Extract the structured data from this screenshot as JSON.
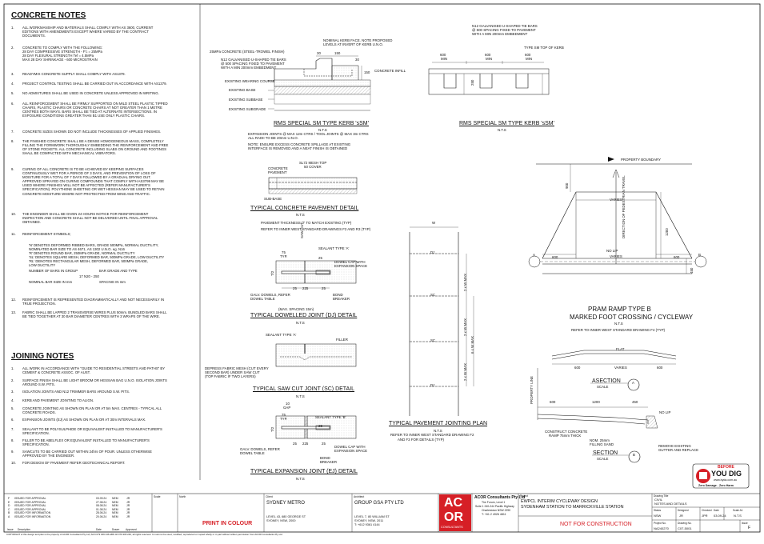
{
  "concrete_notes": {
    "heading": "CONCRETE NOTES",
    "items": [
      {
        "num": "1.",
        "lines": [
          "ALL WORKMANSHIP AND MATERIALS SHALL COMPLY WITH AS 3600, CURRENT",
          "EDITIONS WITH AMENDMENTS EXCEPT WHERE VARIED BY THE CONTRACT",
          "DOCUMENTS."
        ]
      },
      {
        "num": "2.",
        "lines": [
          "CONCRETE TO COMPLY WITH THE FOLLOWING:",
          "28 DAY COMPRESSIVE STRENGTH - F'c = 25MPa",
          "28 DAY FLEXURAL STRENGTH f'ef = 4.5MPa",
          "MAX 28 DAY SHRINKAGE - 600 MICROSTRAIN"
        ]
      },
      {
        "num": "3.",
        "lines": [
          "READYMIX CONCRETE SUPPLY SHALL COMPLY WITH AS1379."
        ]
      },
      {
        "num": "4.",
        "lines": [
          "PROJECT CONTROL TESTING SHALL BE CARRIED OUT IN ACCORDANCE WITH AS1379."
        ]
      },
      {
        "num": "5.",
        "lines": [
          "NO ADMIXTURES SHALL BE USED IN CONCRETE UNLESS APPROVED IN WRITING."
        ]
      },
      {
        "num": "6.",
        "lines": [
          "ALL REINFORCEMENT SHALL BE FIRMLY SUPPORTED ON MILD STEEL PLASTIC TIPPED",
          "CHAIRS, PLASTIC CHAIRS OR CONCRETE CHAIRS AT NOT GREATER THAN 1 METRE",
          "CENTRES BOTH WAYS. BARS SHALL BE TIED AT ALTERNATE INTERSECTIONS. IN",
          "EXPOSURE CONDITIONS GREATER THAN B1 USE ONLY PLASTIC CHAIRS."
        ]
      },
      {
        "num": "7.",
        "lines": [
          "CONCRETE SIZES SHOWN DO NOT INCLUDE THICKNESSES OF APPLIED FINISHES."
        ]
      },
      {
        "num": "8.",
        "lines": [
          "THE FINISHED CONCRETE SHALL BE A DENSE HOMOGENEOUS MASS, COMPLETELY",
          "FILLING THE FORMWORK THOROUGHLY EMBEDDING THE REINFORCEMENT AND FREE",
          "OF STONE POCKETS. ALL CONCRETE INCLUDING SLABS ON GROUND AND FOOTINGS",
          "SHALL BE COMPACTED WITH MECHANICAL VIBRATORS."
        ]
      },
      {
        "num": "9.",
        "lines": [
          "CURING OF ALL CONCRETE IS TO BE ACHIEVED BY KEEPING SURFACES",
          "CONTINUOUSLY WET FOR A PERIOD OF 3 DAYS, AND PREVENTION OF LOSS OF",
          "MOISTURE FOR A TOTAL OF 7 DAYS FOLLOWED BY A GRADUAL DRYING OUT.",
          "APPROVED SPRAYED ON CURING COMPOUNDS THAT COMPLY WITH AS3799 MAY BE",
          "USED WHERE FINISHES WILL NOT BE AFFECTED (REFER MANUFACTURER'S",
          "SPECIFICATION). POLYTHENE SHEETING OR WET HESSIAN MAY BE USED TO RETAIN",
          "CONCRETE MOISTURE WHERE NOT PROTECTED FROM WIND AND TRAFFIC."
        ]
      },
      {
        "num": "10.",
        "lines": [
          "THE ENGINEER SHALL BE GIVEN 24 HOURS NOTICE FOR REINFORCEMENT",
          "INSPECTION AND CONCRETE SHALL NOT BE DELIVERED UNTIL FINAL APPROVAL",
          "OBTAINED."
        ]
      },
      {
        "num": "11.",
        "lines": [
          "REINFORCEMENT SYMBOLS;"
        ]
      },
      {
        "num": "12.",
        "lines": [
          "REINFORCEMENT IS REPRESENTED DIAGRAMMATICALLY AND NOT NECESSARILY IN",
          "TRUE PROJECTION."
        ]
      },
      {
        "num": "13.",
        "lines": [
          "FABRIC SHALL BE LAPPED 2 TRANSVERSE WIRES PLUS 50mm. BUNDLED BARS SHALL",
          "BE TIED TOGETHER AT 30 BAR DIAMETER CENTRES WITH 3 WRAPS OF THE WIRE."
        ]
      }
    ],
    "symbols": [
      "'N'   DENOTES DEFORMED RIBBED BARS, GRADE 500MPa, NORMAL DUCTILITY,",
      "        NOMINATED BAR SIZE TO AS 4671, AS 1302 U.N.O. eg. N16",
      "'R'   DENOTES ROUND BAR, 250MPa GRADE, NORMAL DUCTILITY",
      "'SL'  DENOTES SQUARE MESH, DEFORMED BAR, 500MPa GRADE, LOW DUCTILITY",
      "'RL'  DENOTES RECTANGULAR MESH, DEFORMED BAR, 500MPa GRADE,",
      "        LOW DUCTILITY"
    ],
    "bar_group_label": "NUMBER OF BARS IN GROUP",
    "bar_grade_label": "BAR GRADE AND TYPE",
    "bar_example": "17 N20 - 250",
    "bar_size_label": "NOMINAL BAR SIZE IN mm",
    "bar_spacing_label": "SPACING IN mm"
  },
  "joining_notes": {
    "heading": "JOINING NOTES",
    "items": [
      {
        "num": "1.",
        "lines": [
          "ALL WORK IN ACCORDANCE WITH \"GUIDE TO RESIDENTIAL STREETS AND PATHS\" BY",
          "CEMENT & CONCRETE ASSOC. OF AUST."
        ]
      },
      {
        "num": "2.",
        "lines": [
          "SURFACE FINISH SHALL BE LIGHT BROOM OR HESSIAN BAG U.N.O. ISOLATION JOINTS",
          "AROUND S.W. PITS."
        ]
      },
      {
        "num": "3.",
        "lines": [
          " ISOLATION JOINTS AND N12 TRIMMER BARS AROUND S.W. PITS."
        ]
      },
      {
        "num": "4.",
        "lines": [
          "KERB AND PAVEMENT JOINTING TO ALIGN."
        ]
      },
      {
        "num": "5.",
        "lines": [
          "CONCRETE JOINTING AS SHOWN ON PLAN OR AT 5m MAX. CENTRES - TYPICAL ALL",
          "CONCRETE ROADS."
        ]
      },
      {
        "num": "6.",
        "lines": [
          "EXPANSION JOINTS (EJ) AS SHOWN ON PLAN OR AT 30m INTERVALS MAX."
        ]
      },
      {
        "num": "7.",
        "lines": [
          "SEALANT TO BE POLYSULPHIDE OR EQUIVALENT INSTALLED TO MANUFACTURER'S",
          "SPECIFICATION."
        ]
      },
      {
        "num": "8.",
        "lines": [
          "FILLER TO BE ABELFLEX OR EQUIVALENT INSTALLED TO MANUFACTURER'S",
          "SPECIFICATION."
        ]
      },
      {
        "num": "9.",
        "lines": [
          "SAWCUTS TO BE CARRIED OUT WITHIN 24hrs OF POUR. UNLESS OTHERWISE",
          "APPROVED BY THE ENGINEER."
        ]
      },
      {
        "num": "10.",
        "lines": [
          "FOR DESIGN OF PAVEMENT REFER GEOTECHNICAL REPORT."
        ]
      }
    ]
  },
  "kerb_section": {
    "title": "RMS SPECIAL SM TYPE KERB 'sSM'",
    "scale": "N.T.S",
    "labels": {
      "concrete": "25MPa CONCRETE (STEEL-TROWEL FINISH)",
      "bars1": "N12 GALVANISED U-SHAPED TIE BARS",
      "bars2": "@ 500 SPACING FIXED TO PAVEMENT",
      "bars3": "WITH A MIN 200mm EMBEDMENT",
      "kerbface1": "NOMINAL KERB FACE. NOTE PROPOSED",
      "kerbface2": "LEVELS AT INVERT OF KERB U.N.O.",
      "infill": "CONCRETE INFILL",
      "wearing": "EXISTING WEARING COURSE",
      "base": "EXISTING BASE",
      "subbase": "EXISTING SUBBASE",
      "subgrade": "EXISTING SUBGRADE",
      "d30a": "30",
      "d150a": "150",
      "d30b": "30",
      "d150b": "150"
    },
    "notes": [
      "EXPANSION JOINTS @ MAX 12m CTRS / TOOL JOINTS @ MAX 3m CTRS",
      "ALL RADII TO BE 20mm U.N.O.",
      "NOTE: ENSURE EXCESS CONCRETE SPILLAGE AT EXISTING",
      "INTERFACE IS REMOVED AND A NEAT FINISH IS OBTAINED"
    ]
  },
  "kerb_elevation": {
    "title": "RMS SPECIAL SM TYPE KERB 'sSM'",
    "scale": "N.T.S",
    "bars1": "N12 GALVANISED U-SHAPED TIE BARS",
    "bars2": "@ 500 SPACING FIXED TO PAVEMENT",
    "bars3": "WITH A MIN 200mm EMBEDMENT",
    "typ": "TYPE SM TOP OF KERB",
    "dims": [
      "600",
      "MIN",
      "600",
      "MIN",
      "600",
      "MIN"
    ],
    "d250": "250"
  },
  "pavement_detail": {
    "title": "TYPICAL CONCRETE PAVEMENT DETAIL",
    "scale": "N.T.S",
    "mesh": "SL72 MESH TOP",
    "cover": "50 COVER",
    "concrete": "CONCRETE",
    "pavement": "PAVEMENT",
    "subbase": "SUB-BASE",
    "bullets": [
      "PAVEMENT THICKNESS 'T' TO MATCH EXISTING (TYP)",
      "REFER TO INNER WEST STANDARD DRAWINGS F2 AND R3 (TYP)"
    ]
  },
  "dowel_joint": {
    "title": "TYPICAL DOWELLED JOINT (DJ) DETAIL",
    "scale": "N.T.S",
    "spacing": "(MAX. SPACING 15m)",
    "sawcut": "SAW CUT",
    "sealant": "SEALANT TYPE 'A'",
    "dowelcap1": "DOWEL CAP WITH",
    "dowelcap2": "EXPANSION SPACE",
    "galv1": "GALV. DOWELS, REFER",
    "galv2": "DOWEL TABLE",
    "bond1": "BOND",
    "bond2": "BREAKER",
    "d75": "75",
    "typ": "TYP.",
    "t2": "T/2",
    "d25a": "25",
    "d25b": "25",
    "d225": "225",
    "d25c": "25"
  },
  "sawcut_joint": {
    "title": "TYPICAL SAW CUT JOINT (SC) DETAIL",
    "scale": "N.T.S",
    "sealant": "SEALANT TYPE 'A'",
    "filler": "FILLER",
    "depress1": "DEPRESS FABRIC MESH (CUT EVERY",
    "depress2": "SECOND BAR) UNDER SAW CUT",
    "depress3": "(TOP FABRIC IF TWO LAYERS)"
  },
  "expansion_joint": {
    "title": "TYPICAL EXPANSION JOINT (EJ) DETAIL",
    "scale": "N.T.S",
    "gap": "GAP",
    "d10": "10",
    "sealant": "SEALANT TYPE 'B'",
    "dowelcap1": "DOWEL CAP WITH",
    "dowelcap2": "EXPANSION SPACE",
    "galv1": "GALV. DOWELS, REFER",
    "galv2": "DOWEL TABLE",
    "bond1": "BOND",
    "bond2": "BREAKER",
    "d75": "75",
    "typ": "TYP.",
    "t2": "T/2",
    "d25a": "25",
    "d25b": "25",
    "d225": "225",
    "d25c": "25"
  },
  "jointing_plan": {
    "title": "TYPICAL PAVEMENT JOINTING PLAN",
    "scale": "N.T.S",
    "note1": "REFER TO INNER WEST STANDARD DRAWING F2",
    "note2": "AND F3 FOR DETAILS (TYP)",
    "w": "W",
    "labels": [
      "DJ",
      "SC",
      "SC",
      "DJ"
    ],
    "dims": [
      "2 x W MAX",
      "2 x W MAX",
      "6 x W MAX",
      "2 x W MAX"
    ]
  },
  "pram_ramp": {
    "title1": "PRAM RAMP TYPE B",
    "title2": "MARKED FOOT CROSSING / CYCLEWAY",
    "scale": "N.T.S",
    "bullet": "REFER TO INNER WEST STANDARD DRAWING F4 (TYP)",
    "boundary": "PROPERTY BOUNDARY",
    "direction": "DIRECTION OF PEDESTRIAN TRAVEL",
    "varies": "VARIES",
    "nolip": "NO LIP",
    "varies2": "VARIES",
    "d600a": "600",
    "d600b": "600",
    "d900": "900",
    "d1200": "1200",
    "d450": "450",
    "tagA": "A",
    "tagB": "B"
  },
  "asection": {
    "flat": "FLAT",
    "d600": "600",
    "varies": "VARIES",
    "d600b": "600",
    "title": "ASECTION",
    "scale": "SCALE",
    "tag": "A"
  },
  "bsection": {
    "propline": "PROPERTY LINE",
    "d600": "600",
    "d1200": "1200",
    "d450": "450",
    "nolip": "NO LIP",
    "construct1": "CONSTRUCT CONCRETE",
    "construct2": "RAMP 75mm THICK",
    "nom1": "NOM. 25mm",
    "nom2": "FILLING SAND",
    "remove1": "REMOVE EXISTING",
    "remove2": "GUTTER AND REPLACE",
    "title": "SECTION",
    "scale": "SCALE",
    "tag": "B"
  },
  "byd": {
    "before": "BEFORE",
    "youdig": "YOU DIG",
    "web": "www.byda.com.au",
    "tag": "Zero Damage - Zero Harm"
  },
  "title_block": {
    "revisions": [
      {
        "rev": "F",
        "desc": "ISSUED FOR APPROVAL",
        "date": "03.09.24",
        "by": "NEM",
        "chk": "JR"
      },
      {
        "rev": "E",
        "desc": "ISSUED FOR APPROVAL",
        "date": "27.08.24",
        "by": "NEM",
        "chk": "JR"
      },
      {
        "rev": "D",
        "desc": "ISSUED FOR APPROVAL",
        "date": "08.08.24",
        "by": "NEM",
        "chk": "JR"
      },
      {
        "rev": "C",
        "desc": "ISSUED FOR APPROVAL",
        "date": "01.08.24",
        "by": "NEM",
        "chk": "JR"
      },
      {
        "rev": "B",
        "desc": "ISSUED FOR INFORMATION",
        "date": "28.06.24",
        "by": "NEM",
        "chk": "JR"
      },
      {
        "rev": "A",
        "desc": "ISSUED FOR INFORMATION",
        "date": "20.06.24",
        "by": "NEM",
        "chk": "JR"
      }
    ],
    "rev_headers": [
      "Issue",
      "Description",
      "Date",
      "Drawn",
      "Approved"
    ],
    "scale_label": "Scale",
    "north_label": "North",
    "client_label": "Client",
    "client": "SYDNEY METRO",
    "client_addr1": "LEVEL 43, 680 GEORGE ST",
    "client_addr2": "SYDNEY, NSW, 2000",
    "architect_label": "Architect",
    "architect": "GROUP GSA PTY LTD",
    "arch_addr1": "LEVEL 7, 80 WILLIAM ST",
    "arch_addr2": "SYDNEY, NSW, 2011",
    "arch_phone": "T: +612 9361 4144",
    "print": "PRINT IN COLOUR",
    "consultant": "ACOR Consultants Pty Ltd",
    "cons_addr1": "The Forum, Level 1",
    "cons_addr2": "Suite 1 240-244 Pacific Highway",
    "cons_addr3": "Charlestown NSW 2290",
    "cons_phone": "T: +61 2 4926 4811",
    "logo_top": "AC",
    "logo_bot": "OR",
    "logo_sub": "CONSULTANTS",
    "project_label": "Project",
    "project1": "EWPCL INTERIM CYCLEWAY DESIGN",
    "project2": "SYDENHAM STATION TO MARRICKVILLE STATION",
    "status": "NOT FOR CONSTRUCTION",
    "title_label": "Drawing Title",
    "title1": "CIVIL",
    "title2": "NOTES AND DETAILS",
    "status_label": "Status",
    "state": "NSW",
    "designed_label": "Designed",
    "designed": "JR",
    "checked_label": "Checked",
    "checked": "JPR",
    "date_label": "Date",
    "date": "03.09.24",
    "scalev_label": "Scale A1",
    "scalev": "N.T.S",
    "projno_label": "Project No.",
    "projno": "NA240270",
    "dwgno_label": "Drawing No.",
    "dwgno": "C07-5001",
    "issue_label": "Issue",
    "issue": "F",
    "copyright": "COPYRIGHT of this design and plan is the property of ACOR Consultants Pty Ltd, ACN 079 306 246 ABN 40 079 306 246, all rights reserved. It must not be used, modified, reproduced or copied wholly or in part without written permission from ACOR Consultants Pty Ltd."
  },
  "colors": {
    "line": "#111111",
    "red": "#d61f26",
    "grey": "#9a9a9a",
    "hatch": "#777777"
  }
}
